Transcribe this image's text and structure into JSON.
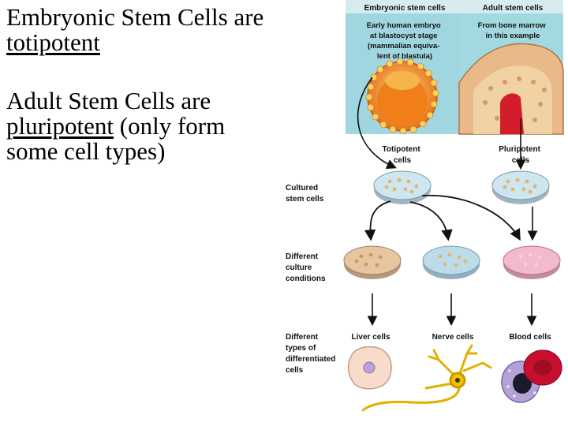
{
  "slide": {
    "line1": "Embryonic Stem Cells are",
    "line1_term": "totipotent",
    "line2_pre": "Adult Stem Cells are",
    "line2_term": "pluripotent",
    "line2_post": "(only form some cell types)"
  },
  "diagram": {
    "panel_left_title": "Embryonic stem cells",
    "panel_left_caption": [
      "Early human embryo",
      "at blastocyst stage",
      "(mammalian equiva-",
      "lent of blastula)"
    ],
    "panel_right_title": "Adult stem cells",
    "panel_right_caption": [
      "From bone marrow",
      "in this example"
    ],
    "totipotent_label": [
      "Totipotent",
      "cells"
    ],
    "pluripotent_label": [
      "Pluripotent",
      "cells"
    ],
    "row1_label": [
      "Cultured",
      "stem cells"
    ],
    "row2_label": [
      "Different",
      "culture",
      "conditions"
    ],
    "row3_label": [
      "Different",
      "types of",
      "differentiated",
      "cells"
    ],
    "outcome_labels": [
      "Liver cells",
      "Nerve cells",
      "Blood cells"
    ],
    "colors": {
      "panel_bg": "#9fd6df",
      "title_bar": "#d7ecef",
      "dish_blue": "#cde6ef",
      "dish_tan": "#e6c6a0",
      "dish_pink": "#f3b9cc",
      "blastocyst": "#f39a1f",
      "blood": "#c8102e",
      "neuron": "#f2c200"
    }
  }
}
